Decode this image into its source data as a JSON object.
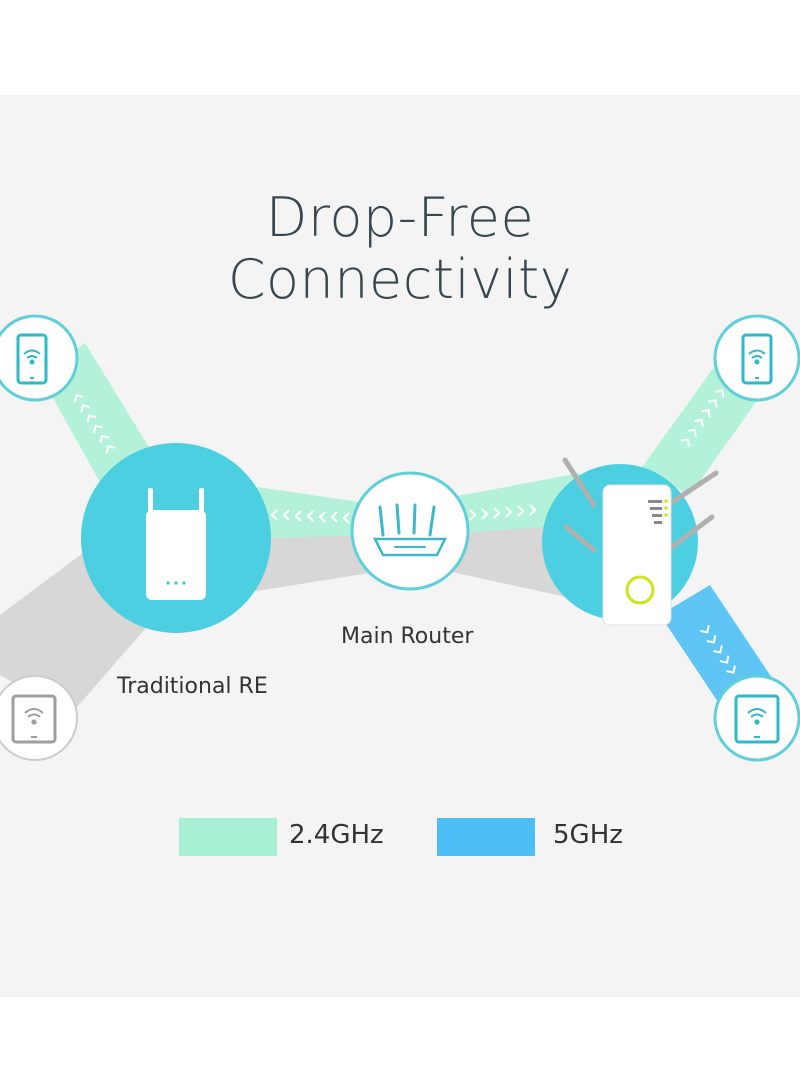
{
  "title": {
    "line1": "Drop-Free",
    "line2": "Connectivity"
  },
  "nodes": {
    "main_router_label": "Main Router",
    "traditional_re_label": "Traditional RE"
  },
  "legend": [
    {
      "label": "2.4GHz",
      "color": "#a8f0d4"
    },
    {
      "label": "5GHz",
      "color": "#4dbdf5"
    }
  ],
  "colors": {
    "band_24": "#b3f2d9",
    "band_5": "#5ec4f4",
    "band_gray": "#d6d6d6",
    "node_teal": "#4ccfe0",
    "ring": "#5fcfd9",
    "device_gray": "#9e9e9e",
    "device_teal": "#2fb8c6",
    "led": "#cfe21a"
  },
  "icons": [
    "phone-icon",
    "tablet-icon",
    "router-icon",
    "range-extender-icon",
    "wifi-icon"
  ]
}
